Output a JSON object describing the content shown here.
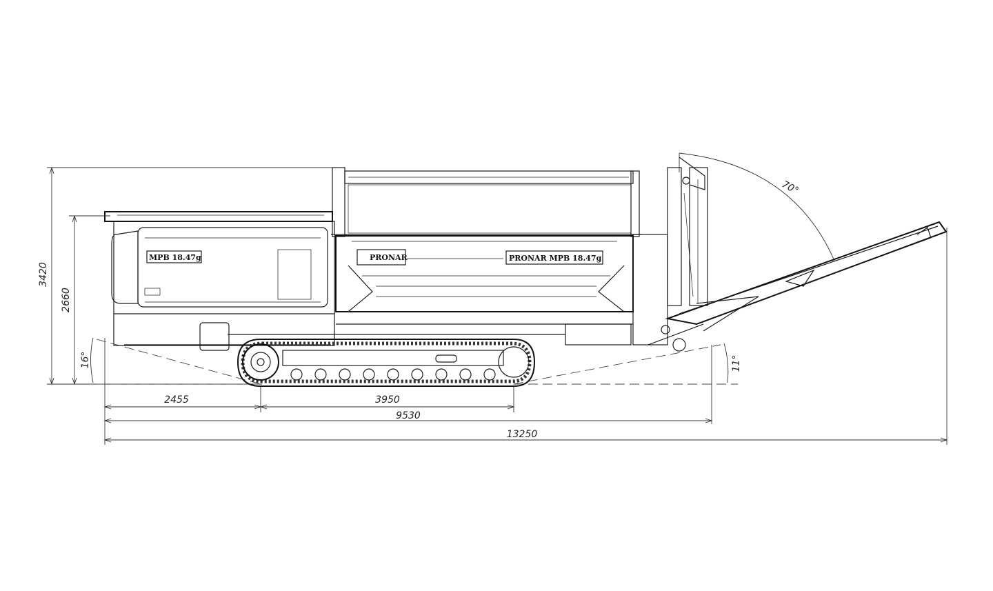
{
  "dimensions": {
    "overall_height": "3420",
    "hopper_height": "2660",
    "rear_angle": "16°",
    "front_angle": "11°",
    "conveyor_fold_angle": "70°",
    "rear_overhang": "2455",
    "track_length": "3950",
    "transport_length": "9530",
    "working_length": "13250"
  },
  "plates": {
    "hopper_model": "MPB 18.47g",
    "brand": "PRONAR",
    "body_model": "PRONAR MPB 18.47g"
  }
}
